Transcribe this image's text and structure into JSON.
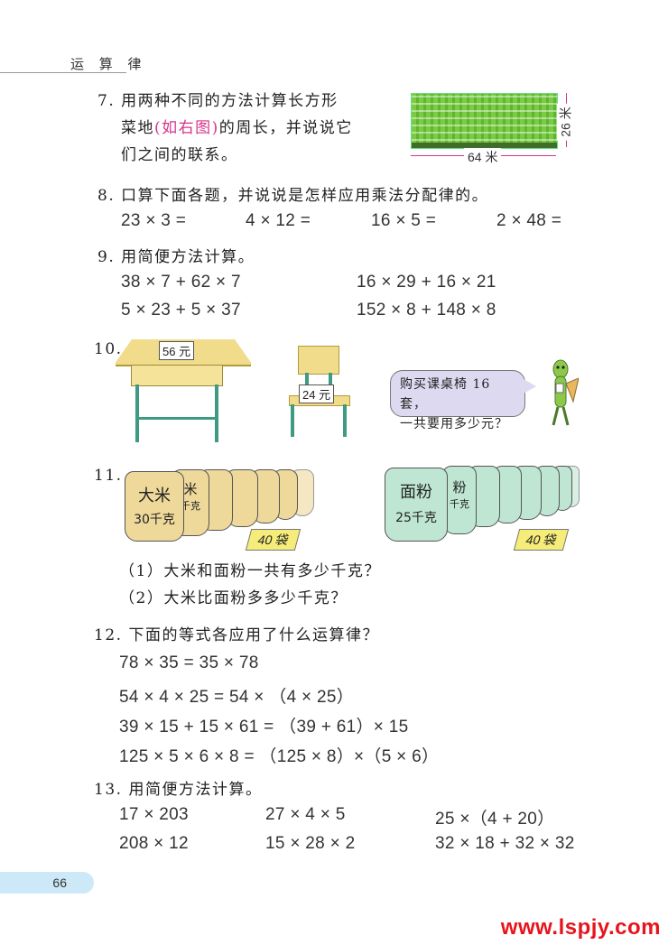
{
  "header": {
    "section_title": "运 算 律"
  },
  "q7": {
    "number": "7.",
    "line1": "用两种不同的方法计算长方形",
    "line2_pre": "菜地",
    "line2_pink": "(如右图)",
    "line2_post": "的周长，并说说它",
    "line3": "们之间的联系。",
    "figure": {
      "width_label": "64 米",
      "height_label": "26 米"
    }
  },
  "q8": {
    "number": "8.",
    "prompt": "口算下面各题，并说说是怎样应用乘法分配律的。",
    "items": [
      "23 × 3 =",
      "4 × 12 =",
      "16 × 5 =",
      "2 × 48 ="
    ]
  },
  "q9": {
    "number": "9.",
    "prompt": "用简便方法计算。",
    "items": [
      "38 × 7 + 62 × 7",
      "16 × 29 + 16 × 21",
      "5 × 23 + 5 × 37",
      "152 × 8 + 148 × 8"
    ]
  },
  "q10": {
    "number": "10.",
    "desk_price": "56 元",
    "chair_price": "24 元",
    "speech_line1": "购买课桌椅 16 套，",
    "speech_line2": "一共要用多少元？"
  },
  "q11": {
    "number": "11.",
    "rice": {
      "name": "大米",
      "weight": "30千克",
      "count": "40 袋",
      "small_label": "米",
      "small_weight": "千克"
    },
    "flour": {
      "name": "面粉",
      "weight": "25千克",
      "count": "40 袋",
      "small_label": "粉",
      "small_weight": "千克"
    },
    "sub1": "（1）大米和面粉一共有多少千克？",
    "sub2": "（2）大米比面粉多多少千克？"
  },
  "q12": {
    "number": "12.",
    "prompt": "下面的等式各应用了什么运算律？",
    "items": [
      "78 × 35 = 35 × 78",
      "54 × 4 × 25 = 54 × （4 × 25）",
      "39 × 15 + 15 × 61 = （39 + 61）× 15",
      "125 × 5 × 6 × 8 = （125 × 8）×（5 × 6）"
    ]
  },
  "q13": {
    "number": "13.",
    "prompt": "用简便方法计算。",
    "items": [
      "17 × 203",
      "27 × 4 × 5",
      "25 ×（4 + 20）",
      "208 × 12",
      "15 × 28 × 2",
      "32 × 18 + 32 × 32"
    ]
  },
  "footer": {
    "page_number": "66",
    "watermark": "www.lspjy.com"
  }
}
